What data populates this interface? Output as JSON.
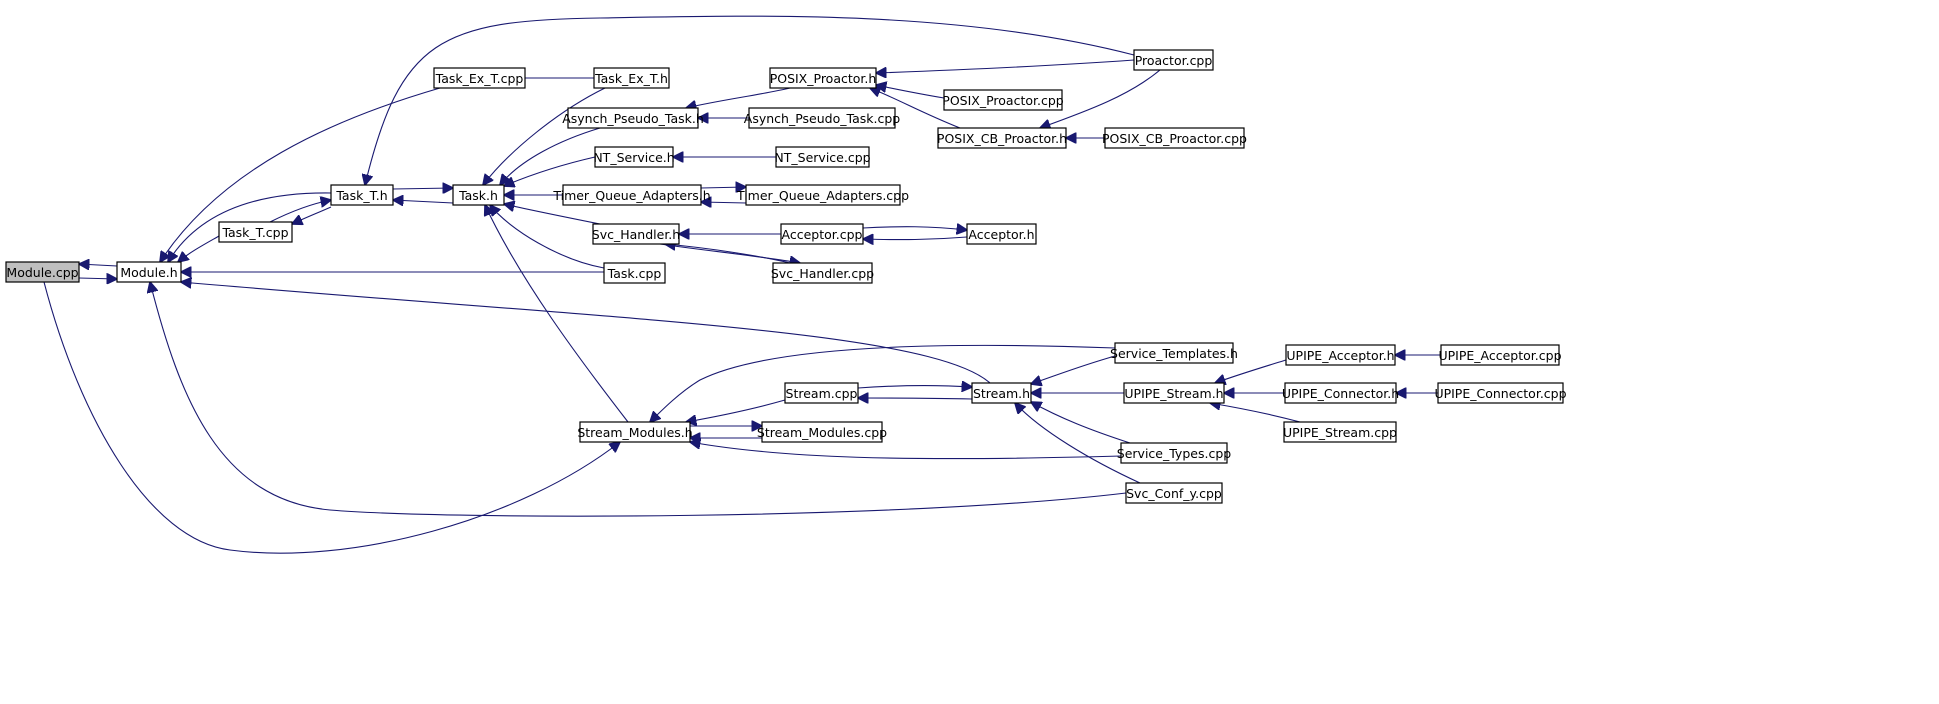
{
  "diagram": {
    "type": "include-dependency-graph",
    "colors": {
      "edge": "#191970",
      "node_border": "#000000",
      "node_fill": "#ffffff",
      "root_fill": "#bfbfbf"
    },
    "nodes": [
      {
        "id": "module_cpp",
        "label": "Module.cpp",
        "root": true
      },
      {
        "id": "module_h",
        "label": "Module.h"
      },
      {
        "id": "task_t_cpp",
        "label": "Task_T.cpp"
      },
      {
        "id": "task_t_h",
        "label": "Task_T.h"
      },
      {
        "id": "task_h",
        "label": "Task.h"
      },
      {
        "id": "task_ex_t_cpp",
        "label": "Task_Ex_T.cpp"
      },
      {
        "id": "task_ex_t_h",
        "label": "Task_Ex_T.h"
      },
      {
        "id": "asynch_pseudo_task_h",
        "label": "Asynch_Pseudo_Task.h"
      },
      {
        "id": "asynch_pseudo_task_cpp",
        "label": "Asynch_Pseudo_Task.cpp"
      },
      {
        "id": "posix_proactor_h",
        "label": "POSIX_Proactor.h"
      },
      {
        "id": "posix_proactor_cpp",
        "label": "POSIX_Proactor.cpp"
      },
      {
        "id": "posix_cb_proactor_h",
        "label": "POSIX_CB_Proactor.h"
      },
      {
        "id": "posix_cb_proactor_cpp",
        "label": "POSIX_CB_Proactor.cpp"
      },
      {
        "id": "proactor_cpp",
        "label": "Proactor.cpp"
      },
      {
        "id": "nt_service_h",
        "label": "NT_Service.h"
      },
      {
        "id": "nt_service_cpp",
        "label": "NT_Service.cpp"
      },
      {
        "id": "timer_queue_adapters_h",
        "label": "Timer_Queue_Adapters.h"
      },
      {
        "id": "timer_queue_adapters_cpp",
        "label": "Timer_Queue_Adapters.cpp"
      },
      {
        "id": "svc_handler_h",
        "label": "Svc_Handler.h"
      },
      {
        "id": "acceptor_cpp",
        "label": "Acceptor.cpp"
      },
      {
        "id": "acceptor_h",
        "label": "Acceptor.h"
      },
      {
        "id": "svc_handler_cpp",
        "label": "Svc_Handler.cpp"
      },
      {
        "id": "task_cpp",
        "label": "Task.cpp"
      },
      {
        "id": "stream_modules_h",
        "label": "Stream_Modules.h"
      },
      {
        "id": "stream_modules_cpp",
        "label": "Stream_Modules.cpp"
      },
      {
        "id": "stream_cpp",
        "label": "Stream.cpp"
      },
      {
        "id": "stream_h",
        "label": "Stream.h"
      },
      {
        "id": "service_templates_h",
        "label": "Service_Templates.h"
      },
      {
        "id": "upipe_stream_h",
        "label": "UPIPE_Stream.h"
      },
      {
        "id": "service_types_cpp",
        "label": "Service_Types.cpp"
      },
      {
        "id": "svc_conf_y_cpp",
        "label": "Svc_Conf_y.cpp"
      },
      {
        "id": "upipe_acceptor_h",
        "label": "UPIPE_Acceptor.h"
      },
      {
        "id": "upipe_acceptor_cpp",
        "label": "UPIPE_Acceptor.cpp"
      },
      {
        "id": "upipe_connector_h",
        "label": "UPIPE_Connector.h"
      },
      {
        "id": "upipe_connector_cpp",
        "label": "UPIPE_Connector.cpp"
      },
      {
        "id": "upipe_stream_cpp",
        "label": "UPIPE_Stream.cpp"
      }
    ],
    "edges": [
      {
        "from": "module_h",
        "to": "module_cpp"
      },
      {
        "from": "module_cpp",
        "to": "module_h"
      },
      {
        "from": "task_t_cpp",
        "to": "module_h"
      },
      {
        "from": "task_t_h",
        "to": "module_h"
      },
      {
        "from": "task_ex_t_cpp",
        "to": "module_h"
      },
      {
        "from": "task_cpp",
        "to": "module_h"
      },
      {
        "from": "stream_h",
        "to": "module_h"
      },
      {
        "from": "svc_conf_y_cpp",
        "to": "module_h"
      },
      {
        "from": "module_cpp",
        "to": "stream_modules_h"
      },
      {
        "from": "task_t_cpp",
        "to": "task_t_h"
      },
      {
        "from": "task_t_h",
        "to": "task_t_cpp"
      },
      {
        "from": "task_h",
        "to": "task_t_h"
      },
      {
        "from": "task_t_h",
        "to": "task_h"
      },
      {
        "from": "proactor_cpp",
        "to": "task_t_h"
      },
      {
        "from": "task_ex_t_h",
        "to": "task_ex_t_cpp"
      },
      {
        "from": "task_ex_t_cpp",
        "to": "task_ex_t_h"
      },
      {
        "from": "task_ex_t_h",
        "to": "task_h"
      },
      {
        "from": "asynch_pseudo_task_h",
        "to": "task_h"
      },
      {
        "from": "nt_service_h",
        "to": "task_h"
      },
      {
        "from": "timer_queue_adapters_h",
        "to": "task_h"
      },
      {
        "from": "svc_handler_h",
        "to": "task_h"
      },
      {
        "from": "task_cpp",
        "to": "task_h"
      },
      {
        "from": "stream_modules_h",
        "to": "task_h"
      },
      {
        "from": "posix_proactor_h",
        "to": "asynch_pseudo_task_h"
      },
      {
        "from": "asynch_pseudo_task_cpp",
        "to": "asynch_pseudo_task_h"
      },
      {
        "from": "proactor_cpp",
        "to": "posix_proactor_h"
      },
      {
        "from": "posix_proactor_cpp",
        "to": "posix_proactor_h"
      },
      {
        "from": "posix_cb_proactor_h",
        "to": "posix_proactor_h"
      },
      {
        "from": "proactor_cpp",
        "to": "posix_cb_proactor_h"
      },
      {
        "from": "posix_cb_proactor_cpp",
        "to": "posix_cb_proactor_h"
      },
      {
        "from": "nt_service_cpp",
        "to": "nt_service_h"
      },
      {
        "from": "timer_queue_adapters_cpp",
        "to": "timer_queue_adapters_h"
      },
      {
        "from": "timer_queue_adapters_h",
        "to": "timer_queue_adapters_cpp"
      },
      {
        "from": "acceptor_cpp",
        "to": "svc_handler_h"
      },
      {
        "from": "svc_handler_cpp",
        "to": "svc_handler_h"
      },
      {
        "from": "svc_handler_h",
        "to": "svc_handler_cpp"
      },
      {
        "from": "acceptor_h",
        "to": "acceptor_cpp"
      },
      {
        "from": "acceptor_cpp",
        "to": "acceptor_h"
      },
      {
        "from": "stream_cpp",
        "to": "stream_modules_h"
      },
      {
        "from": "stream_modules_cpp",
        "to": "stream_modules_h"
      },
      {
        "from": "stream_modules_h",
        "to": "stream_modules_cpp"
      },
      {
        "from": "service_types_cpp",
        "to": "stream_modules_h"
      },
      {
        "from": "service_templates_h",
        "to": "stream_modules_h"
      },
      {
        "from": "stream_h",
        "to": "stream_cpp"
      },
      {
        "from": "stream_cpp",
        "to": "stream_h"
      },
      {
        "from": "service_templates_h",
        "to": "stream_h"
      },
      {
        "from": "upipe_stream_h",
        "to": "stream_h"
      },
      {
        "from": "service_types_cpp",
        "to": "stream_h"
      },
      {
        "from": "svc_conf_y_cpp",
        "to": "stream_h"
      },
      {
        "from": "upipe_acceptor_h",
        "to": "upipe_stream_h"
      },
      {
        "from": "upipe_connector_h",
        "to": "upipe_stream_h"
      },
      {
        "from": "upipe_stream_cpp",
        "to": "upipe_stream_h"
      },
      {
        "from": "upipe_acceptor_cpp",
        "to": "upipe_acceptor_h"
      },
      {
        "from": "upipe_connector_cpp",
        "to": "upipe_connector_h"
      }
    ]
  }
}
